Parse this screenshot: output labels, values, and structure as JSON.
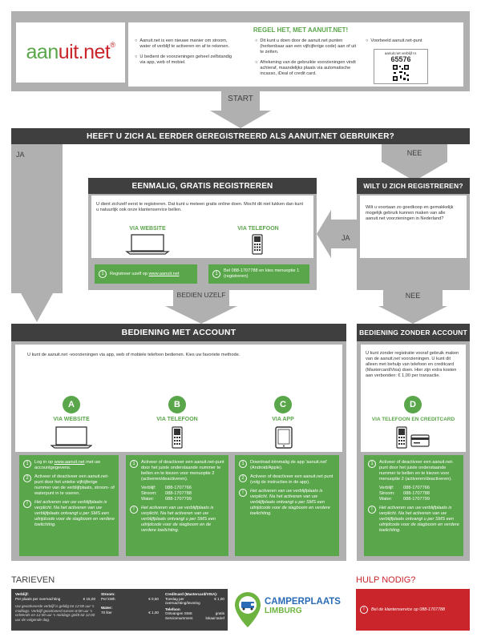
{
  "header": {
    "logo_part1": "aan",
    "logo_part2": "uit.net",
    "logo_reg": "®",
    "intro": [
      "Aanuit.net is een nieuwe manier om stroom, water of verblijf te activeren en af te rekenen.",
      "U bedient de voorzieningen geheel zelfstandig via app, web of mobiel."
    ],
    "rule_title": "REGEL HET, MET AANUIT.NET!",
    "rule_items": [
      "Dit kunt u doen door de aanuit.net punten (herkenbaar aan een vijfcijferige code) aan of uit te zetten.",
      "Afrekening van de gebruikte voorzieningen vindt achteraf, maandelijks plaats via automatische incasso, iDeal of credit card."
    ],
    "example_title": "Voorbeeld aanuit.net-punt",
    "example_label": "aanuit.net verblijf nr.",
    "example_code": "65576"
  },
  "flow": {
    "start": "START",
    "question": "HEEFT U ZICH AL EERDER GEREGISTREERD ALS AANUIT.NET GEBRUIKER?",
    "ja": "JA",
    "nee": "NEE",
    "ja2": "JA",
    "nee2": "NEE",
    "bedien_uzelf": "BEDIEN UZELF"
  },
  "register": {
    "title": "EENMALIG, GRATIS REGISTREREN",
    "text": "U dient zichzelf eerst te registreren. Dat kunt u meteen gratis online doen. Mocht dit niet lukken dan kunt u natuurlijk ook onze klantenservice bellen.",
    "via_website": "VIA WEBSITE",
    "via_telefoon": "VIA TELEFOON",
    "step_web_prefix": "Registreer uzelf op ",
    "step_web_link": "www.aanuit.net",
    "step_tel": "Bel 088-1707788 en kies menuoptie 1 (registreren)"
  },
  "want": {
    "title": "WILT U ZICH REGISTREREN?",
    "text": "Wilt u voortaan zo goedkoop en gemakkelijk mogelijk gebruik kunnen maken van alle aanuit.net voorzieningen in Nederland?"
  },
  "with_account": {
    "title": "BEDIENING MET ACCOUNT",
    "text": "U kunt de aanuit.net -voorzieningen via app, web of mobiele telefoon bedienen. Kies uw favoriete methode.",
    "a": {
      "letter": "A",
      "label": "VIA WEBSITE",
      "s1_prefix": "Log in op ",
      "s1_link": "www.aanuit.net",
      "s1_suffix": " met uw accountgegevens.",
      "s2": "Activeer of deactiveer een aanuit.net-punt door het unieke vijfcijferige nummer van de verblijfplaats, stroom- of waterpunt in te voeren.",
      "note": "Het activeren van uw verblijfplaats is verplicht. Na het activeren van uw verblijfplaats ontvangt u per SMS een uitrijdcode voor de slagboom en verdere toelichting."
    },
    "b": {
      "letter": "B",
      "label": "VIA TELEFOON",
      "s1": "Activeer of deactiveer een aanuit.net-punt door het juiste onderstaande nummer te bellen en te kiezen voor menuoptie 2 (activeren/deactiveren).",
      "numbers": [
        [
          "Verblijf:",
          "088-1707766"
        ],
        [
          "Stroom:",
          "088-1707788"
        ],
        [
          "Water:",
          "088-1707799"
        ]
      ],
      "note": "Het activeren van uw verblijfplaats is verplicht. Na het activeren van uw verblijfplaats ontvangt u per SMS een uitrijdcode voor de slagboom en de verdere toelichting."
    },
    "c": {
      "letter": "C",
      "label": "VIA APP",
      "s1": "Download éénmalig de app 'aanuit.net' (Android/Apple).",
      "s2": "Activeer of deactiveer een aanuit.net punt (volg de instructies in de app).",
      "note": "Het activeren van uw verblijfplaats is verplicht. Na het activeren van uw verblijfplaats ontvangt u per SMS een uitrijdcode voor de slagboom en verdere toelichting."
    }
  },
  "without_account": {
    "title": "BEDIENING ZONDER ACCOUNT",
    "text": "U kunt zonder registratie vooraf gebruik maken van de aanuit.net voorzieningen. U kunt dit alleen met behulp van telefoon en creditcard (Mastercard/Visa) doen. Hier zijn extra kosten aan verbonden: € 1,00 per transactie.",
    "d": {
      "letter": "D",
      "label": "VIA TELEFOON EN CREDITCARD",
      "s1": "Activeer of deactiveer een aanuit.net-punt door het juiste onderstaande nummer te bellen en te kiezen voor menuoptie 2 (activeren/deactiveren).",
      "numbers": [
        [
          "Verblijf:",
          "088-1707766"
        ],
        [
          "Stroom:",
          "088-1707788"
        ],
        [
          "Water:",
          "088-1707799"
        ]
      ],
      "note": "Het activeren van uw verblijfplaats is verplicht. Na het activeren van uw verblijfplaats ontvangt u per SMS een uitrijdcode voor de slagboom en verdere toelichting."
    }
  },
  "tarieven": {
    "title": "TARIEVEN",
    "verblijf_label": "Verblijf:",
    "verblijf_desc": "Per plaats per overnachting",
    "verblijf_price": "€ 15,00",
    "verblijf_note": "Uw geactiveerde verblijf is geldig tot 12:00 uur 's middags. Verblijf geactiveerd tussen 8:00 uur 's ochtends en 12:00 uur 's middags geldt tot 12:00 uur de volgende dag.",
    "stroom_label": "Stroom:",
    "stroom_desc": "Per kWh",
    "stroom_price": "€ 0,50",
    "water_label": "Water:",
    "water_desc": "70 liter",
    "water_price": "€ 1,00",
    "cc_label": "Creditcard (Mastercard/VISA):",
    "cc_desc": "Toeslag per overnachting/levering",
    "cc_price": "€ 1,00",
    "tel_label": "Telefoon",
    "tel_desc1": "Ontvangen SMS",
    "tel_val1": "gratis",
    "tel_desc2": "Servicenummers",
    "tel_val2": "lokaal tarief"
  },
  "brand": {
    "name1": "CAMPERPLAATS",
    "name2": "LIMBURG"
  },
  "help": {
    "title": "HULP NODIG?",
    "text": "Bel de klantenservice op 088-1707788"
  }
}
